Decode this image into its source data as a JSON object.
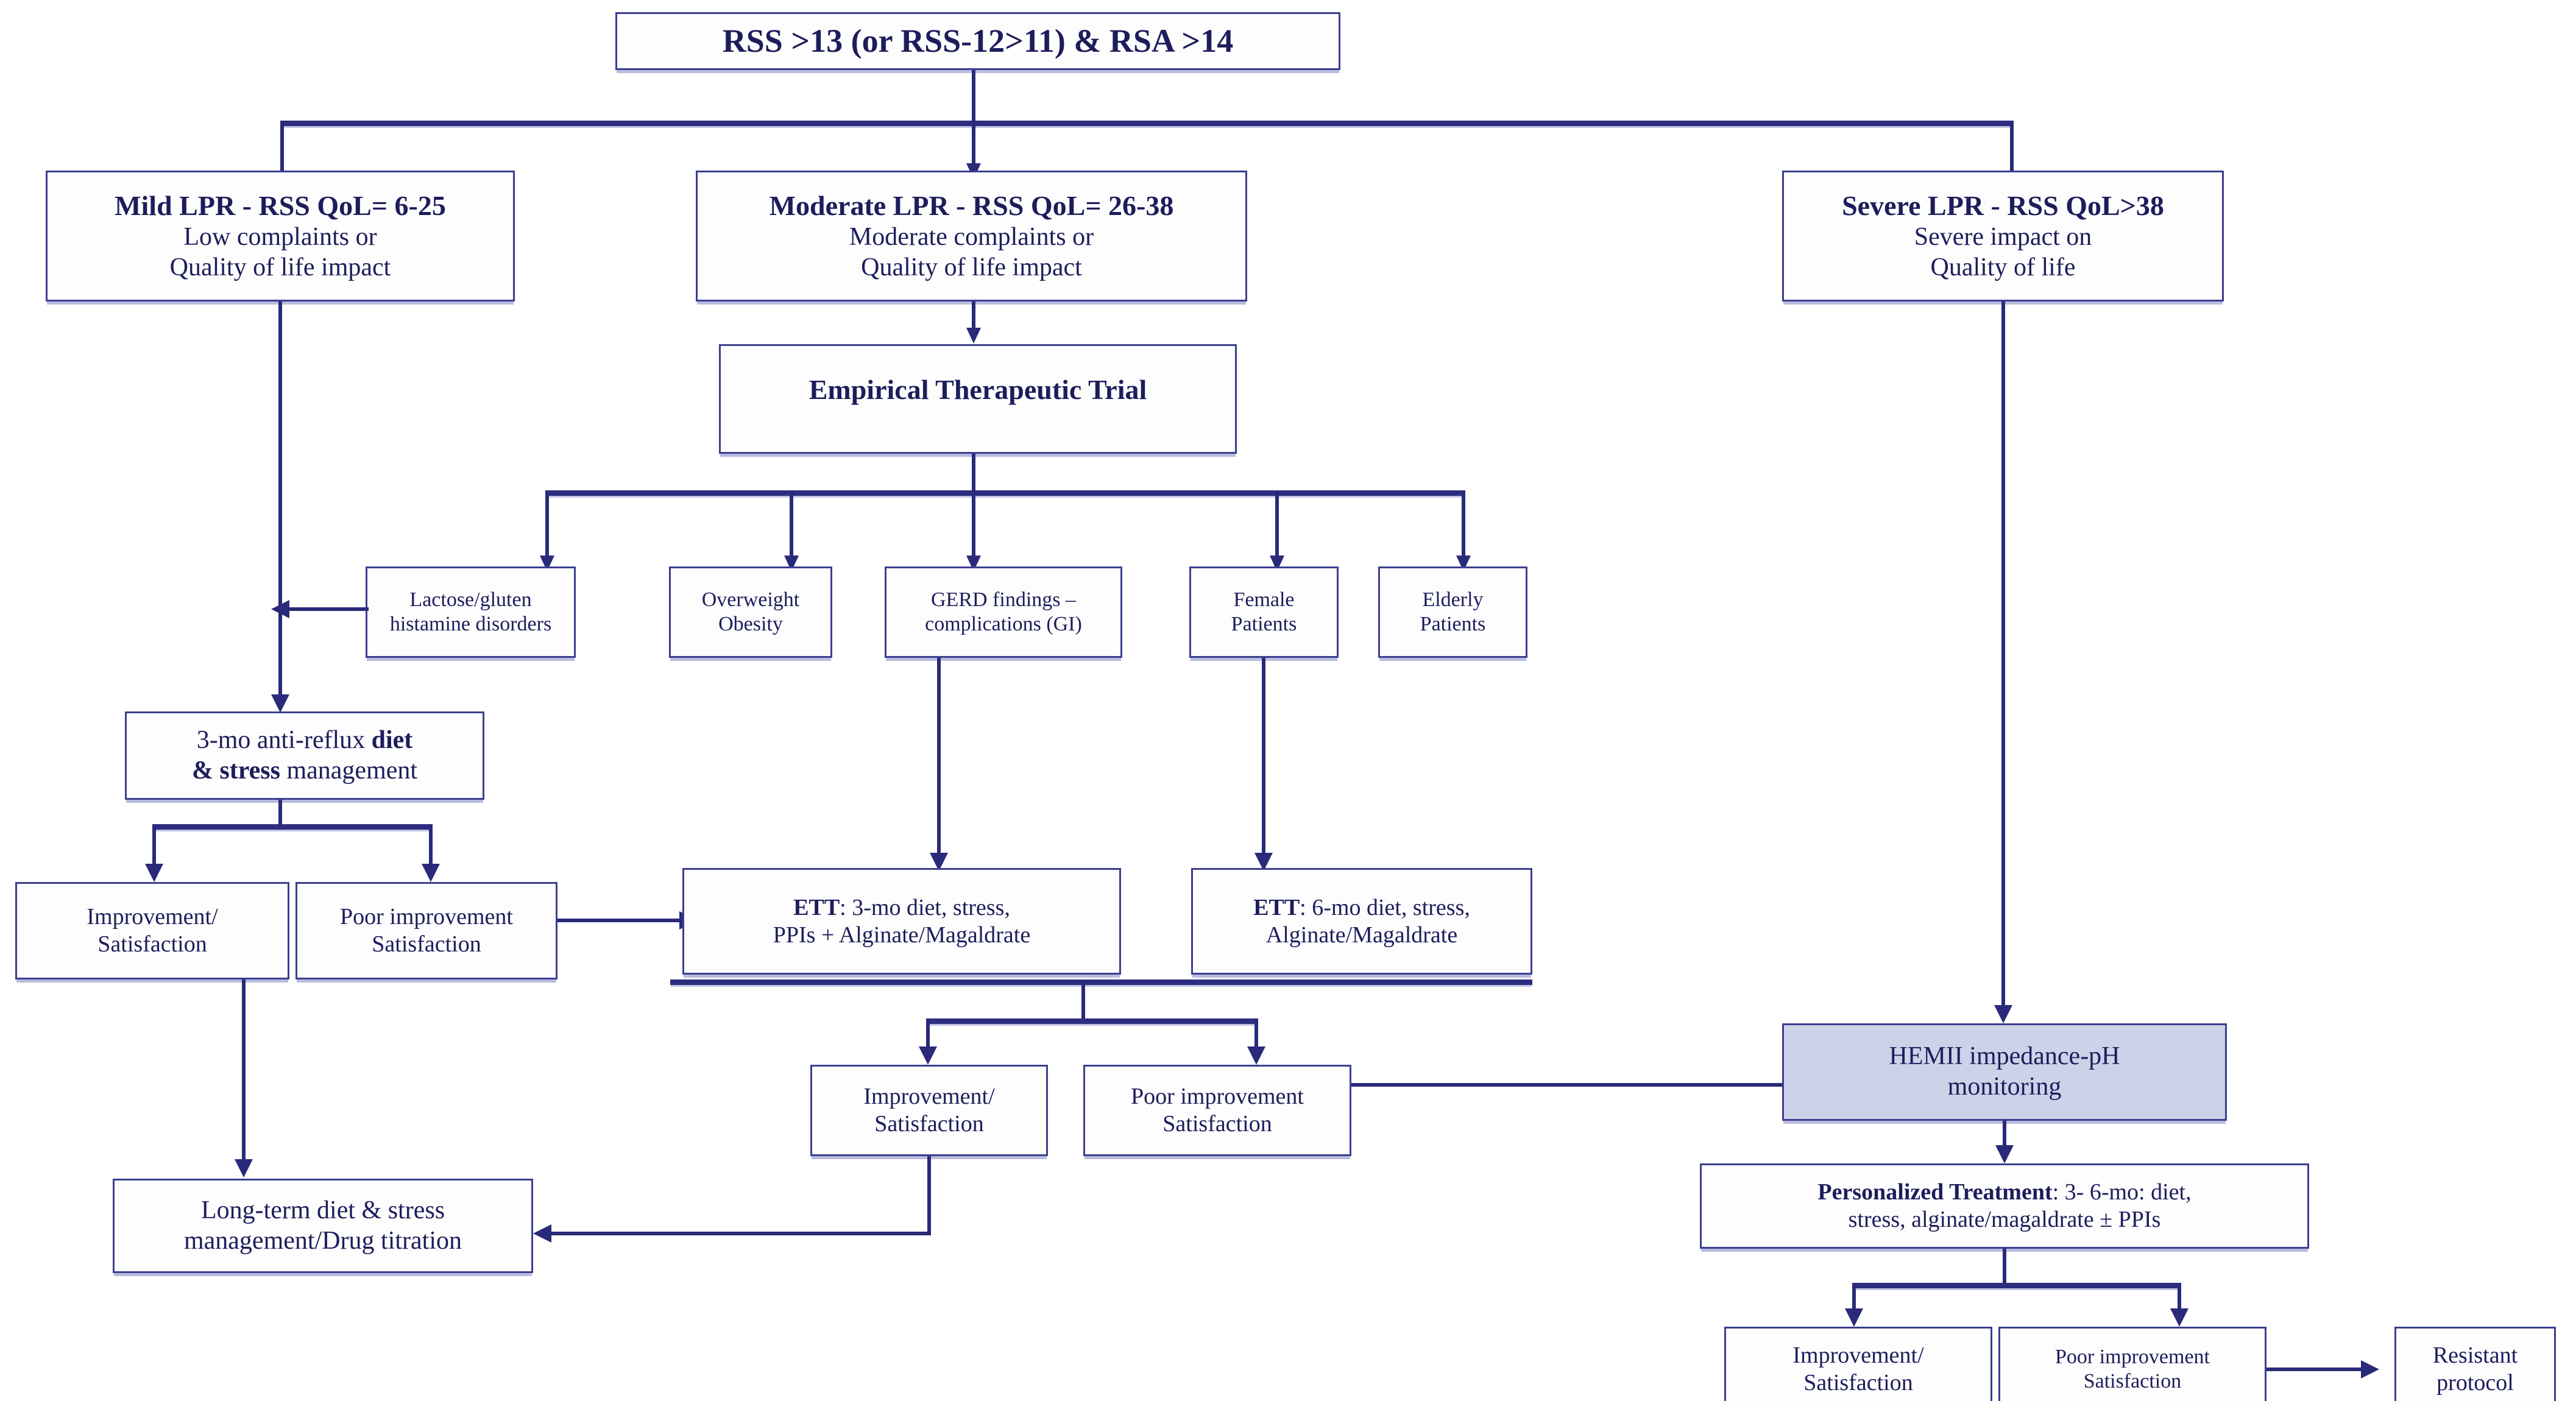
{
  "diagram": {
    "title": "LPR (Laryngopharyngeal Reflux) diagnostic and therapeutic algorithm",
    "accent_color": "#2a2a7a",
    "box_border_color": "#3b3f8f",
    "text_color": "#1d1d5c",
    "shaded_box_fill": "#ccd3e8",
    "background": "#ffffff"
  },
  "nodes": {
    "entry": {
      "line1": "RSS >13 (or RSS-12>11) & RSA >14"
    },
    "mild": {
      "line1": "Mild LPR - RSS QoL= 6-25",
      "line2": "Low complaints or",
      "line3": "Quality of life impact"
    },
    "moderate": {
      "line1": "Moderate LPR - RSS QoL= 26-38",
      "line2": "Moderate complaints or",
      "line3": "Quality of life impact"
    },
    "severe": {
      "line1": "Severe LPR - RSS QoL>38",
      "line2": "Severe impact on",
      "line3": "Quality of life"
    },
    "ett_trial": {
      "line1": "Empirical Therapeutic Trial"
    },
    "factors": [
      {
        "line1": "Lactose/gluten",
        "line2": "histamine disorders"
      },
      {
        "line1": "Overweight",
        "line2": "Obesity"
      },
      {
        "line1": "GERD findings –",
        "line2": "complications (GI)"
      },
      {
        "line1": "Female",
        "line2": "Patients"
      },
      {
        "line1": "Elderly",
        "line2": "Patients"
      }
    ],
    "diet_stress": {
      "part1": "3-mo anti-reflux ",
      "part2": "diet",
      "part3": "& stress",
      "part4": " management"
    },
    "mild_improvement": {
      "line1": "Improvement/",
      "line2": "Satisfaction"
    },
    "mild_poor": {
      "line1": "Poor improvement",
      "line2": "Satisfaction"
    },
    "ett_3mo": {
      "bold": "ETT",
      "line1": ": 3-mo diet, stress,",
      "line2": "PPIs + Alginate/Magaldrate"
    },
    "ett_6mo": {
      "bold": "ETT",
      "line1": ": 6-mo diet, stress,",
      "line2": "Alginate/Magaldrate"
    },
    "mid_improvement": {
      "line1": "Improvement/",
      "line2": "Satisfaction"
    },
    "mid_poor": {
      "line1": "Poor improvement",
      "line2": "Satisfaction"
    },
    "hemii": {
      "line1": "HEMII impedance-pH",
      "line2": "monitoring"
    },
    "personalized": {
      "bold": "Personalized Treatment",
      "line1": ": 3- 6-mo: diet,",
      "line2": "stress, alginate/magaldrate ± PPIs"
    },
    "long_term": {
      "line1": "Long-term diet & stress",
      "line2": "management/Drug titration"
    },
    "right_improvement": {
      "line1": "Improvement/",
      "line2": "Satisfaction"
    },
    "right_poor": {
      "line1": "Poor improvement",
      "line2": "Satisfaction"
    },
    "resistant": {
      "line1": "Resistant",
      "line2": "protocol"
    }
  }
}
